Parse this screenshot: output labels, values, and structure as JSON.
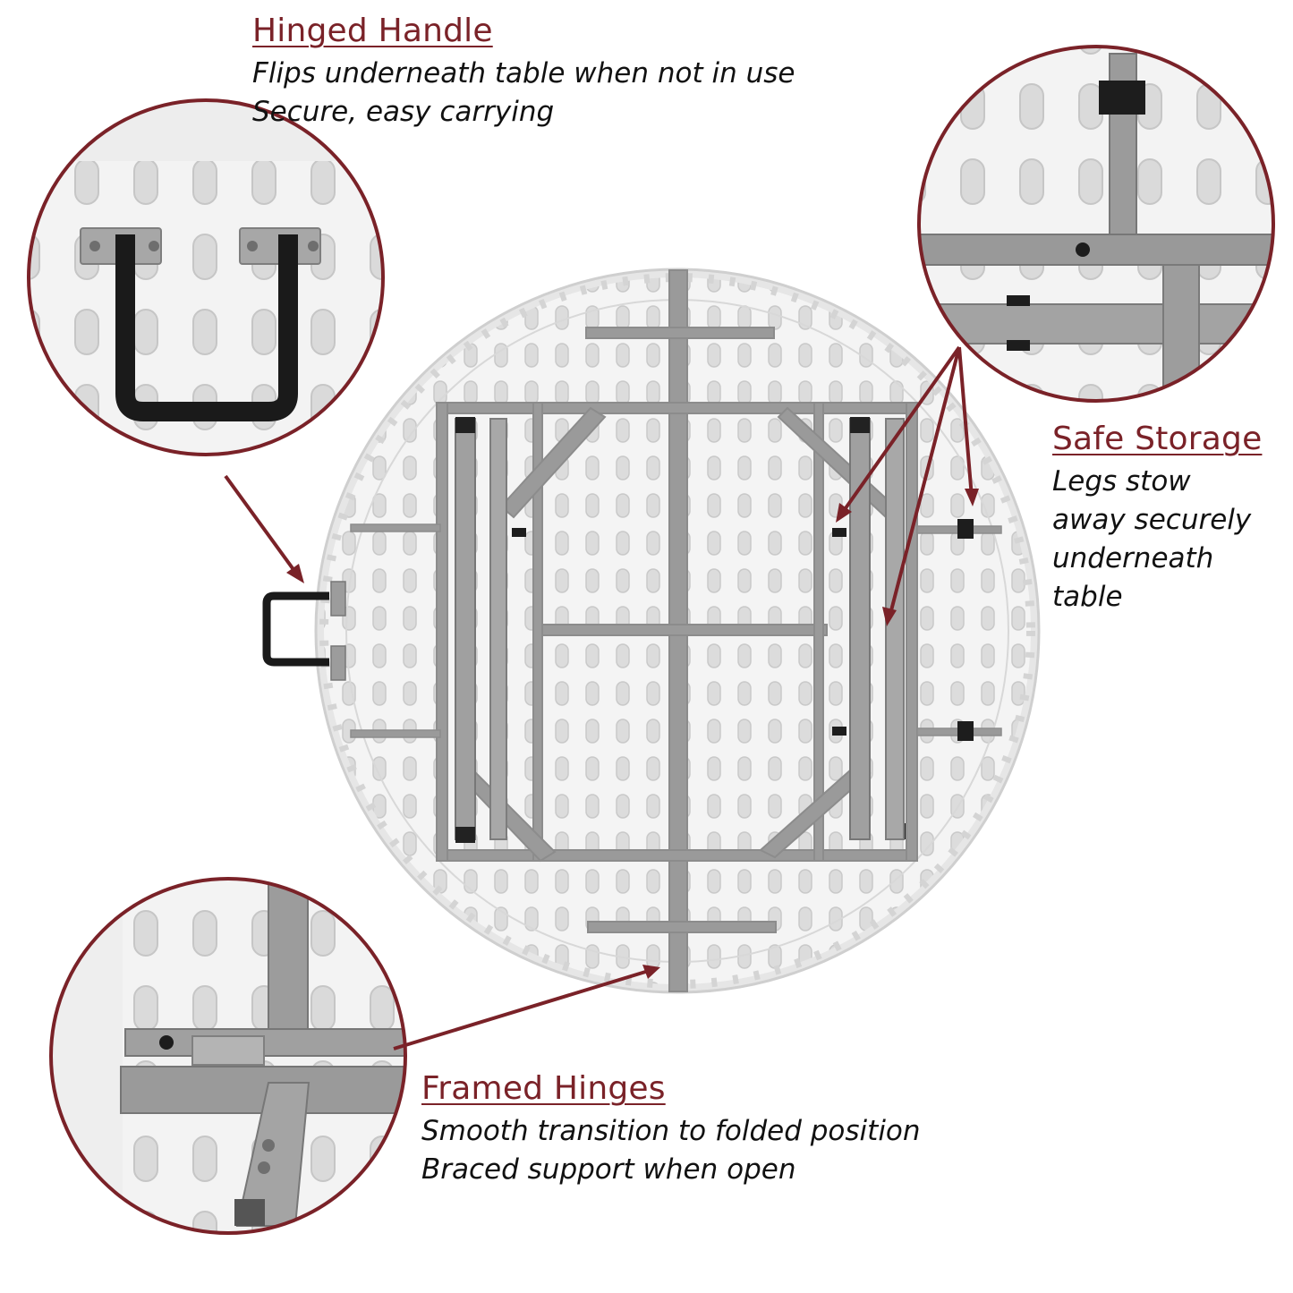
{
  "colors": {
    "accent": "#7a2228",
    "frame": "#8c8c8c",
    "tabletop": "#f2f2f2",
    "handle": "#1a1a1a"
  },
  "features": {
    "handle": {
      "title": "Hinged Handle",
      "lines": [
        "Flips underneath table when not in use",
        "Secure, easy carrying"
      ]
    },
    "storage": {
      "title": "Safe Storage",
      "lines": [
        "Legs stow",
        "away securely",
        "underneath",
        "table"
      ]
    },
    "hinges": {
      "title": "Framed Hinges",
      "lines": [
        "Smooth transition to folded position",
        "Braced support when open"
      ]
    }
  }
}
